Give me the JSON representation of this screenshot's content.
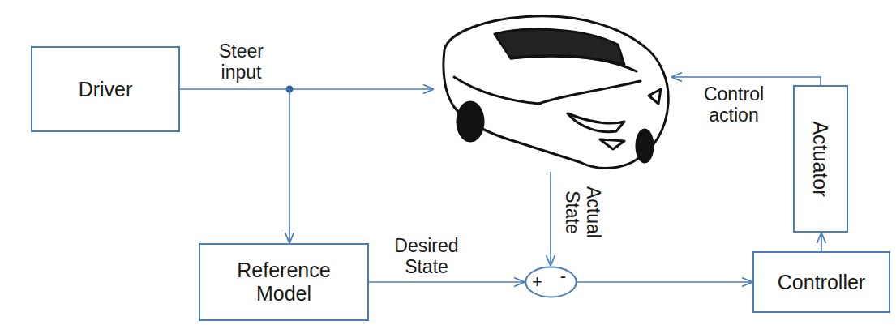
{
  "diagram": {
    "nodes": [
      {
        "text": [
          "Driver"
        ]
      },
      {
        "text": [
          "Actuator"
        ]
      },
      {
        "text": [
          "Reference Model"
        ]
      },
      {
        "text": [
          "+",
          "-"
        ]
      },
      {
        "text": [
          "Controller"
        ]
      }
    ],
    "edges": [
      {
        "from": 0,
        "to": 2,
        "arrow": "to"
      },
      {
        "from": 2,
        "to": 3,
        "label": "Desired State",
        "arrow": "to"
      },
      {
        "from": 3,
        "to": 4,
        "arrow": "to"
      },
      {
        "from": 4,
        "to": 1,
        "arrow": "to"
      }
    ],
    "labels": [
      "Steer input",
      "Actual State",
      "Control action"
    ]
  }
}
